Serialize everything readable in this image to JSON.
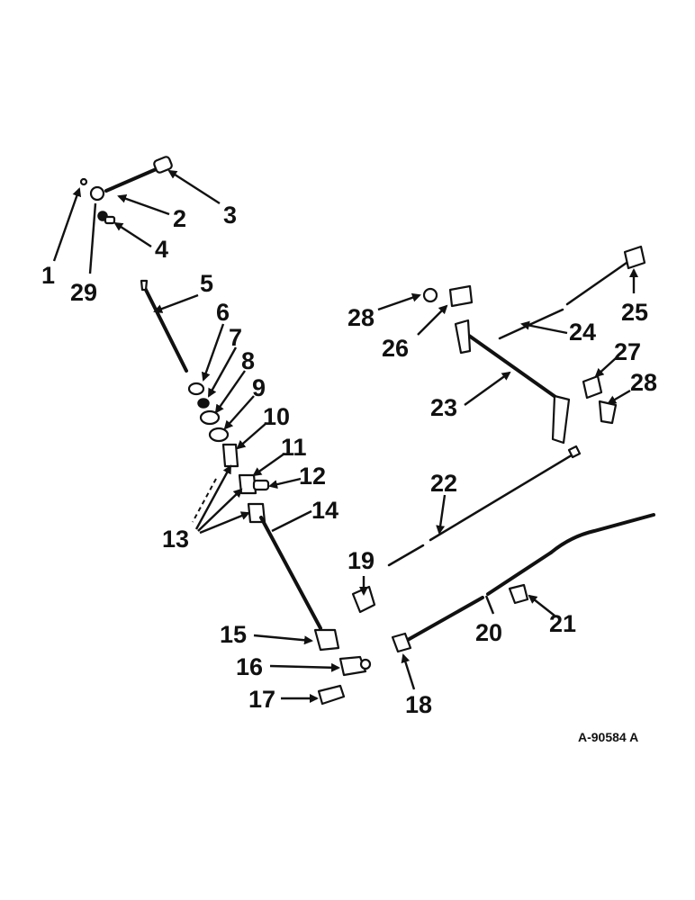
{
  "diagram": {
    "callouts": [
      "1",
      "2",
      "3",
      "4",
      "5",
      "6",
      "7",
      "8",
      "9",
      "10",
      "11",
      "12",
      "13",
      "14",
      "15",
      "16",
      "17",
      "18",
      "19",
      "20",
      "21",
      "22",
      "23",
      "24",
      "25",
      "26",
      "27",
      "28",
      "28",
      "29"
    ],
    "drawing_number": "A-90584 A"
  }
}
